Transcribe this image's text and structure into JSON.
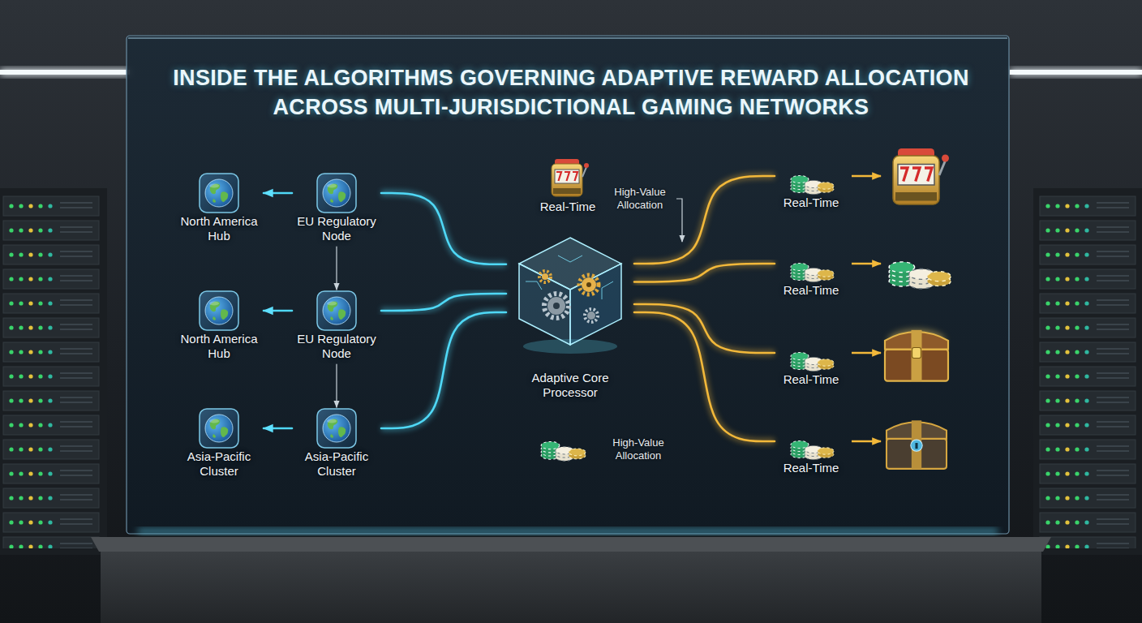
{
  "diagram": {
    "title": "INSIDE THE ALGORITHMS GOVERNING ADAPTIVE REWARD ALLOCATION ACROSS MULTI-JURISDICTIONAL GAMING NETWORKS",
    "nodes": [
      {
        "text": [
          "North America Hub"
        ]
      },
      {
        "text": [
          "EU Regulatory Node"
        ]
      },
      {
        "text": [
          "North America Hub"
        ]
      },
      {
        "text": [
          "EU Regulatory Node"
        ]
      },
      {
        "text": [
          "Asia-Pacific Cluster"
        ]
      },
      {
        "text": [
          "Asia-Pacific Cluster"
        ]
      },
      {
        "text": [
          "Real-Time"
        ]
      },
      {
        "text": [
          "Adaptive Core Processor"
        ]
      },
      {
        "text": [
          "Real-Time"
        ]
      },
      {
        "text": [
          "Real-Time"
        ]
      },
      {
        "text": [
          "Real-Time"
        ]
      },
      {
        "text": [
          "Real-Time"
        ]
      }
    ],
    "edges": [
      {
        "from": 7,
        "to": 1,
        "arrow": "none"
      },
      {
        "from": 1,
        "to": 0,
        "arrow": "to"
      },
      {
        "from": 7,
        "to": 3,
        "arrow": "none"
      },
      {
        "from": 3,
        "to": 2,
        "arrow": "to"
      },
      {
        "from": 7,
        "to": 5,
        "arrow": "none"
      },
      {
        "from": 5,
        "to": 4,
        "arrow": "to"
      },
      {
        "from": 1,
        "to": 3,
        "arrow": "to"
      },
      {
        "from": 3,
        "to": 5,
        "arrow": "to"
      },
      {
        "from": 7,
        "to": 8,
        "arrow": "none"
      },
      {
        "from": 7,
        "to": 9,
        "arrow": "none"
      },
      {
        "from": 7,
        "to": 10,
        "arrow": "none"
      },
      {
        "from": 7,
        "to": 11,
        "arrow": "none"
      }
    ],
    "labels": [
      "High-Value Allocation",
      "High-Value Allocation"
    ]
  }
}
